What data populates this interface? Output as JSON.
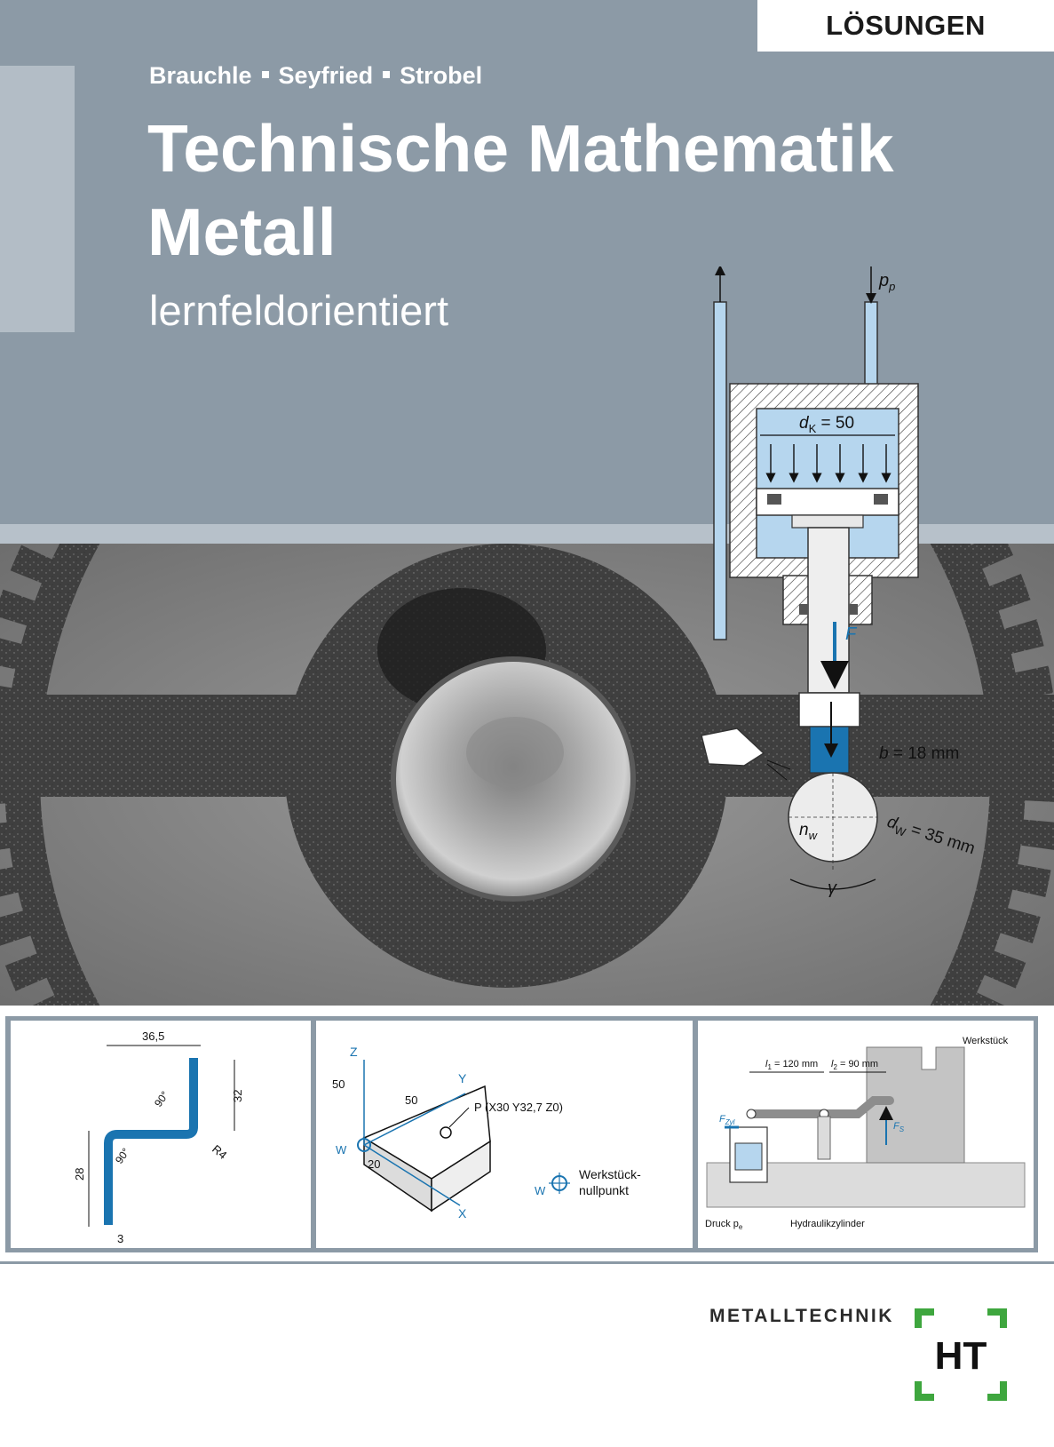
{
  "label": "LÖSUNGEN",
  "authors": [
    "Brauchle",
    "Seyfried",
    "Strobel"
  ],
  "title_line1": "Technische Mathematik",
  "title_line2": "Metall",
  "subtitle": "lernfeldorientiert",
  "hydraulic": {
    "pressure": "p",
    "pressure_sub": "p",
    "piston": "d",
    "piston_sub": "K",
    "piston_value": " = 50",
    "force": "F",
    "width": "b",
    "width_value": " = 18 mm",
    "speed": "n",
    "speed_sub": "w",
    "diameter": "d",
    "diameter_sub": "W",
    "diameter_value": " = 35 mm",
    "angle": "γ"
  },
  "panel1": {
    "dim_top": "36,5",
    "dim_right": "32",
    "dim_left": "28",
    "dim_bottom": "3",
    "angle1": "90°",
    "angle2": "90°",
    "radius": "R4"
  },
  "panel2": {
    "axis_z": "Z",
    "axis_y": "Y",
    "axis_x": "X",
    "tick_z": "50",
    "tick_y": "50",
    "tick_x": "20",
    "origin": "W",
    "point": "P (X30 Y32,7 Z0)",
    "legend_w": "W",
    "legend_line1": "Werkstück-",
    "legend_line2": "nullpunkt"
  },
  "panel3": {
    "workpiece": "Werkstück",
    "l1": "l",
    "l1_sub": "1",
    "l1_value": " = 120 mm",
    "l2": "l",
    "l2_sub": "2",
    "l2_value": " = 90 mm",
    "fs": "F",
    "fs_sub": "S",
    "fzyl": "F",
    "fzyl_sub": "Zyl",
    "pressure": "Druck p",
    "pressure_sub": "e",
    "cylinder": "Hydraulikzylinder"
  },
  "series": "METALLTECHNIK",
  "logo": "HT",
  "colors": {
    "band": "#8c9aa6",
    "accent_blue": "#1a74b0",
    "light_blue": "#b6d6ee",
    "logo_green": "#3ea63e"
  }
}
